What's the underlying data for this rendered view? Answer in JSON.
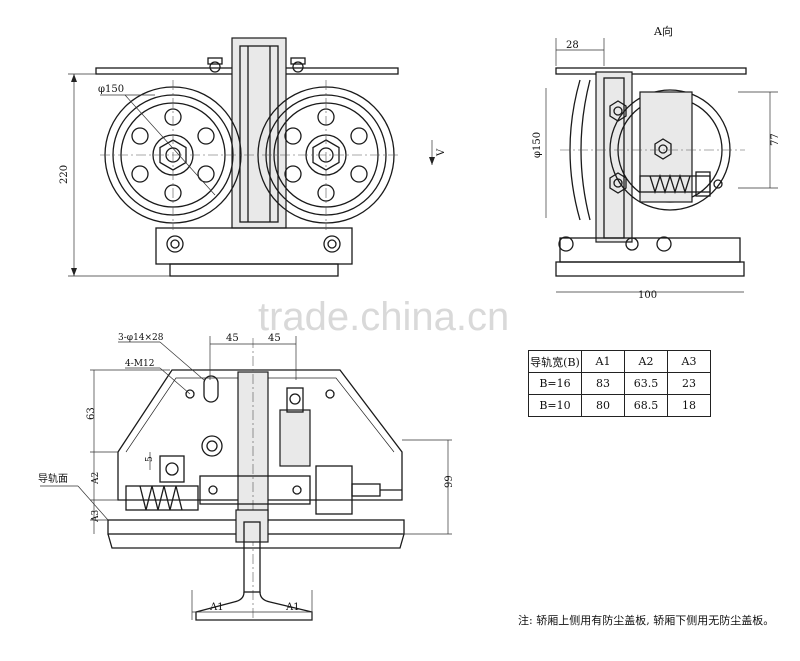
{
  "front_view": {
    "diameter_label": "φ150",
    "height_dim": "220",
    "arrow_label": "V"
  },
  "side_view": {
    "title": "A向",
    "top_dim": "28",
    "diameter_label": "φ150",
    "right_dim": "77",
    "bottom_dim": "100"
  },
  "bottom_view": {
    "holes_label": "3-φ14×28",
    "thread_label": "4-M12",
    "dim_left_top": "45",
    "dim_right_top": "45",
    "dim_63": "63",
    "dim_a2": "A2",
    "dim_a3": "A3",
    "dim_5": "5",
    "dim_99": "99",
    "rail_face_label": "导轨面",
    "a1_left": "A1",
    "a1_right": "A1"
  },
  "table": {
    "headers": [
      "导轨宽(B)",
      "A1",
      "A2",
      "A3"
    ],
    "rows": [
      [
        "B=16",
        "83",
        "63.5",
        "23"
      ],
      [
        "B=10",
        "80",
        "68.5",
        "18"
      ]
    ]
  },
  "note": "注: 轿厢上侧用有防尘盖板, 轿厢下侧用无防尘盖板。",
  "watermark": "trade.china.cn"
}
